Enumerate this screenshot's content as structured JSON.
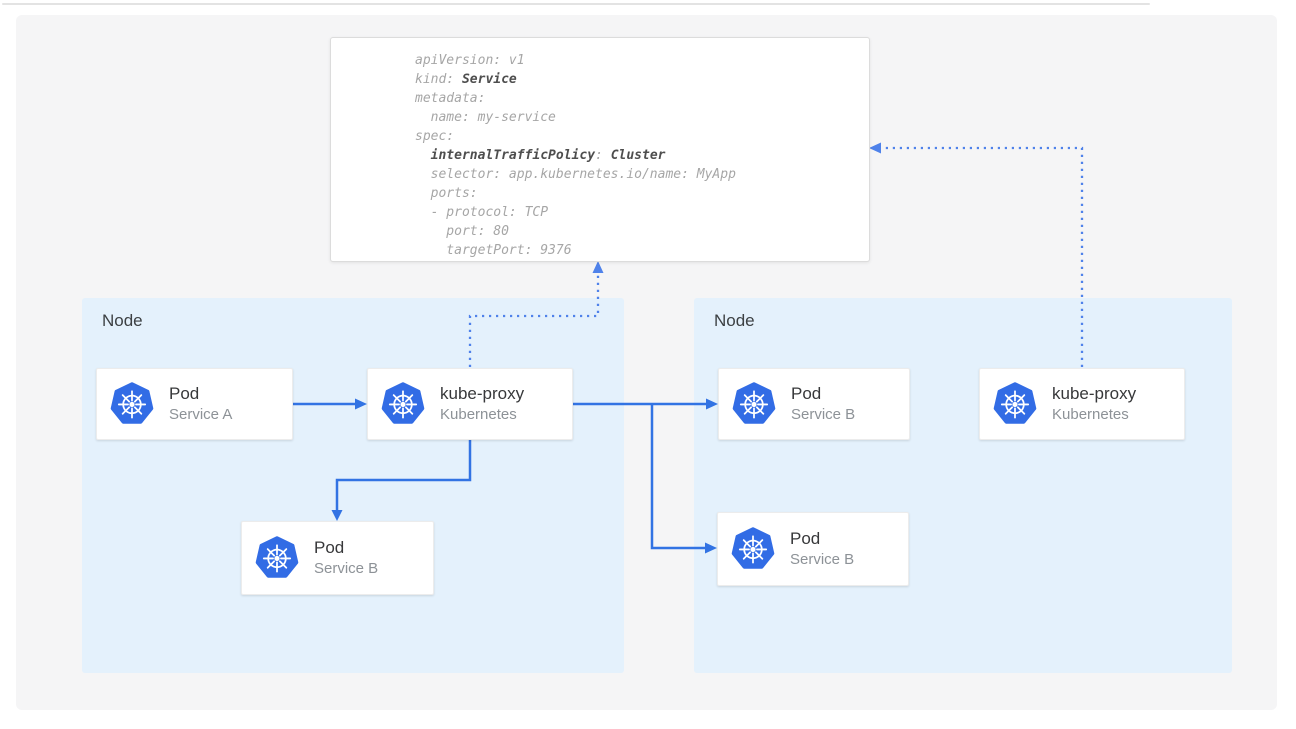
{
  "colors": {
    "canvas_bg": "#f5f5f6",
    "node_bg": "#e4f1fc",
    "solid_arrow": "#3273e3",
    "dotted_arrow": "#4f82ea",
    "k8s_blue": "#326ce5",
    "card_title": "#37383a",
    "card_subtitle": "#8d9297",
    "code_text": "#a6a6a6",
    "code_bold": "#4e4e4e"
  },
  "yaml_card": {
    "lines": {
      "l1": "apiVersion: v1",
      "l2a": "kind: ",
      "l2b": "Service",
      "l3": "metadata:",
      "l4": "  name: my-service",
      "l5": "spec:",
      "l6a": "  ",
      "l6b": "internalTrafficPolicy",
      "l6c": ": ",
      "l6d": "Cluster",
      "l7": "  selector: app.kubernetes.io/name: MyApp",
      "l8": "  ports:",
      "l9": "  - protocol: TCP",
      "l10": "    port: 80",
      "l11": "    targetPort: 9376"
    }
  },
  "nodes": [
    {
      "label": "Node"
    },
    {
      "label": "Node"
    }
  ],
  "components": [
    {
      "title": "Pod",
      "subtitle": "Service A",
      "icon": "kubernetes-logo"
    },
    {
      "title": "kube-proxy",
      "subtitle": "Kubernetes",
      "icon": "kubernetes-logo"
    },
    {
      "title": "Pod",
      "subtitle": "Service B",
      "icon": "kubernetes-logo"
    },
    {
      "title": "Pod",
      "subtitle": "Service B",
      "icon": "kubernetes-logo"
    },
    {
      "title": "Pod",
      "subtitle": "Service B",
      "icon": "kubernetes-logo"
    },
    {
      "title": "kube-proxy",
      "subtitle": "Kubernetes",
      "icon": "kubernetes-logo"
    }
  ]
}
